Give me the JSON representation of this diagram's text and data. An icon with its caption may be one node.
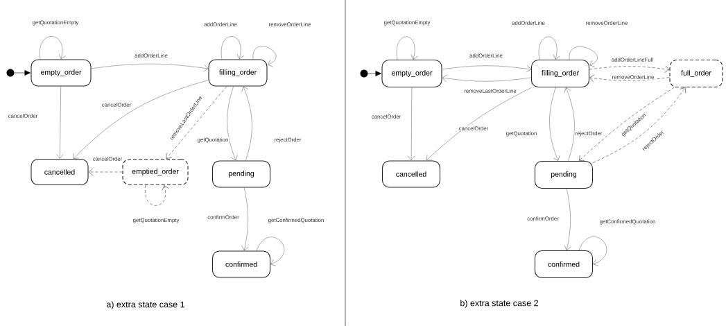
{
  "diagram": {
    "nodes": [
      {
        "text": [],
        "shape": "circle"
      },
      {
        "text": [
          "empty_order"
        ]
      },
      {
        "text": [
          "filling_order"
        ]
      },
      {
        "text": [
          "cancelled"
        ]
      },
      {
        "text": [
          "emptied_order"
        ]
      },
      {
        "text": [
          "pending"
        ]
      },
      {
        "text": [
          "confirmed"
        ]
      },
      {
        "text": [],
        "shape": "circle"
      },
      {
        "text": [
          "empty_order"
        ]
      },
      {
        "text": [
          "filling_order"
        ]
      },
      {
        "text": [
          "full_order"
        ]
      },
      {
        "text": [
          "cancelled"
        ]
      },
      {
        "text": [
          "pending"
        ]
      },
      {
        "text": [
          "confirmed"
        ]
      }
    ],
    "edges": [
      {
        "from": 0,
        "to": 1,
        "arrow": "to",
        "color": "#000000"
      },
      {
        "from": 1,
        "to": 1,
        "arrow": "to",
        "label": "getQuotationEmpty"
      },
      {
        "from": 1,
        "to": 2,
        "arrow": "to",
        "label": "addOrderLine"
      },
      {
        "from": 2,
        "to": 2,
        "arrow": "to",
        "label": "addOrderLine"
      },
      {
        "from": 2,
        "to": 2,
        "arrow": "to",
        "label": "removeOrderLine"
      },
      {
        "from": 1,
        "to": 3,
        "arrow": "to",
        "label": "cancelOrder"
      },
      {
        "from": 2,
        "to": 3,
        "arrow": "to",
        "label": "cancelOrder"
      },
      {
        "from": 2,
        "to": 4,
        "arrow": "to",
        "label": "removeLastOrderLine",
        "style": "dashed"
      },
      {
        "from": 4,
        "to": 3,
        "arrow": "to",
        "label": "cancelOrder",
        "style": "dashed"
      },
      {
        "from": 4,
        "to": 4,
        "arrow": "to",
        "label": "getQuotationEmpty",
        "style": "dashed"
      },
      {
        "from": 2,
        "to": 5,
        "arrow": "to",
        "label": "getQuotation"
      },
      {
        "from": 5,
        "to": 2,
        "arrow": "to",
        "label": "rejectOrder"
      },
      {
        "from": 5,
        "to": 6,
        "arrow": "to",
        "label": "confirmOrder"
      },
      {
        "from": 6,
        "to": 6,
        "arrow": "to",
        "label": "getConfirmedQuotation"
      },
      {
        "from": 7,
        "to": 8,
        "arrow": "to",
        "color": "#000000"
      },
      {
        "from": 8,
        "to": 8,
        "arrow": "to",
        "label": "getQuotationEmpty"
      },
      {
        "from": 8,
        "to": 9,
        "arrow": "to",
        "label": "addOrderLine"
      },
      {
        "from": 9,
        "to": 8,
        "arrow": "to",
        "label": "removeLastOrderLine"
      },
      {
        "from": 9,
        "to": 9,
        "arrow": "to",
        "label": "addOrderLine"
      },
      {
        "from": 9,
        "to": 9,
        "arrow": "to",
        "label": "removeOrderLine"
      },
      {
        "from": 9,
        "to": 10,
        "arrow": "to",
        "label": "addOrderLineFull",
        "style": "dashed"
      },
      {
        "from": 10,
        "to": 9,
        "arrow": "to",
        "label": "removeOrderLine",
        "style": "dashed"
      },
      {
        "from": 8,
        "to": 11,
        "arrow": "to",
        "label": "cancelOrder"
      },
      {
        "from": 9,
        "to": 11,
        "arrow": "to",
        "label": "cancelOrder"
      },
      {
        "from": 9,
        "to": 12,
        "arrow": "to",
        "label": "getQuotation"
      },
      {
        "from": 12,
        "to": 9,
        "arrow": "to",
        "label": "rejectOrder"
      },
      {
        "from": 10,
        "to": 12,
        "arrow": "to",
        "label": "getQuotation",
        "style": "dashed"
      },
      {
        "from": 12,
        "to": 10,
        "arrow": "to",
        "label": "rejectOrder",
        "style": "dashed"
      },
      {
        "from": 12,
        "to": 13,
        "arrow": "to",
        "label": "confirmOrder"
      },
      {
        "from": 13,
        "to": 13,
        "arrow": "to",
        "label": "getConfirmedQuotation"
      }
    ],
    "labels": [
      "a) extra state case 1",
      "b) extra state case 2"
    ]
  }
}
